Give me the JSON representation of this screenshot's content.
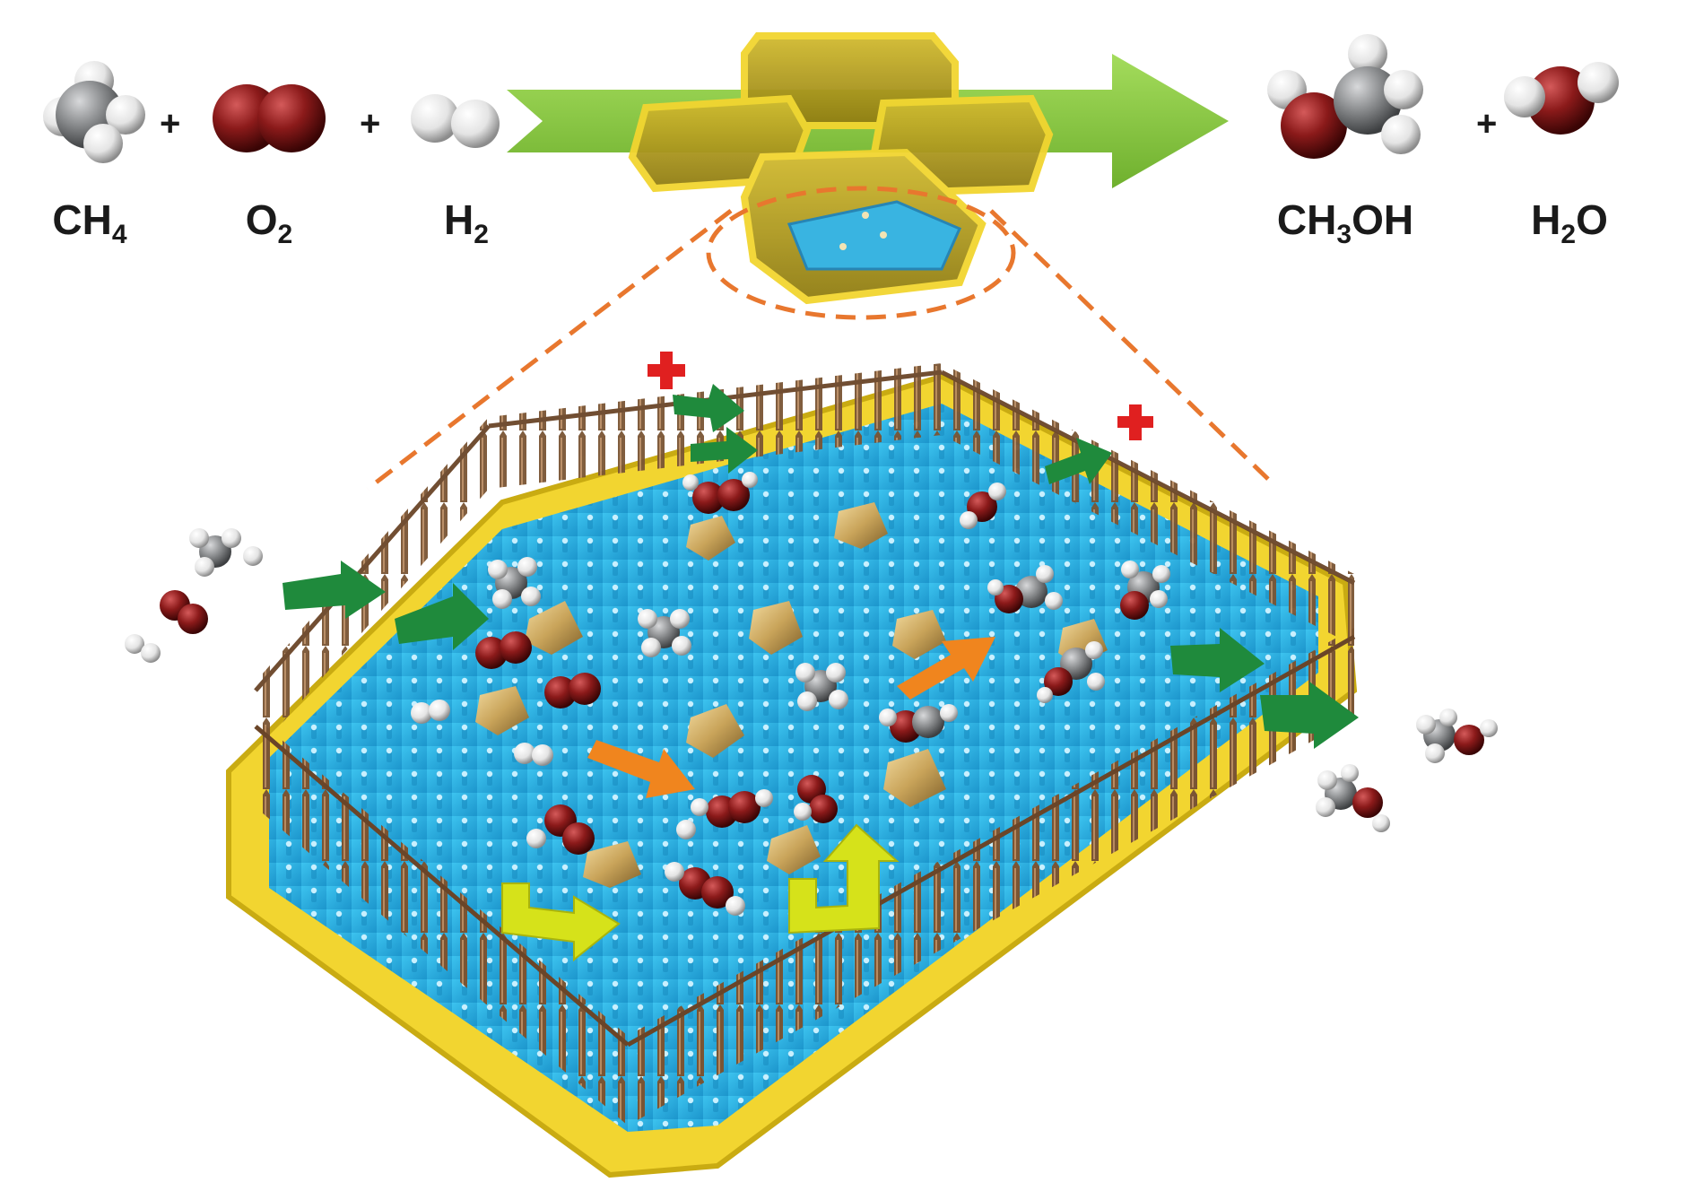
{
  "equation": {
    "reactants": [
      {
        "id": "ch4",
        "base": "CH",
        "sub": "4",
        "tail": ""
      },
      {
        "id": "o2",
        "base": "O",
        "sub": "2",
        "tail": ""
      },
      {
        "id": "h2",
        "base": "H",
        "sub": "2",
        "tail": ""
      }
    ],
    "products": [
      {
        "id": "ch3oh",
        "base": "CH",
        "sub": "3",
        "tail": "OH"
      },
      {
        "id": "h2o",
        "base": "H",
        "sub": "2",
        "tail": "O"
      }
    ],
    "plus_sign": "+"
  },
  "colors": {
    "carbon": "#8a8c8e",
    "oxygen": "#8b1a1a",
    "hydrogen": "#f2f2f2",
    "reaction_arrow": "#86c540",
    "zeolite_shell": "#b8a21e",
    "shell_rim": "#f2d530",
    "water_pool": "#2fb0e0",
    "fence": "#7a5534",
    "inlet_arrow": "#1f8a3c",
    "inner_arrow_orange": "#f0851e",
    "inner_arrow_yellow": "#d6e21a",
    "blocked_marker": "#e02020",
    "zoom_lines": "#e8772e",
    "gold_particle": "#c9a45a"
  }
}
